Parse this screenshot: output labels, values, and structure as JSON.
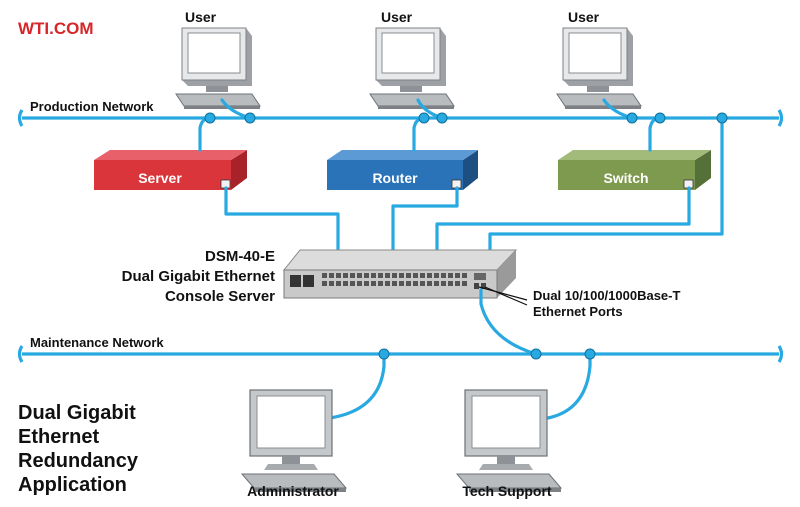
{
  "brand": "WTI.COM",
  "networks": {
    "production": "Production Network",
    "maintenance": "Maintenance Network"
  },
  "users": [
    "User",
    "User",
    "User"
  ],
  "devices": {
    "server": "Server",
    "router": "Router",
    "switch": "Switch"
  },
  "console_server": {
    "line1": "DSM-40-E",
    "line2": "Dual Gigabit Ethernet",
    "line3": "Console Server"
  },
  "ports_callout": {
    "line1": "Dual 10/100/1000Base-T",
    "line2": "Ethernet Ports"
  },
  "workstations": {
    "administrator": "Administrator",
    "tech_support": "Tech Support"
  },
  "caption": [
    "Dual Gigabit",
    "Ethernet",
    "Redundancy",
    "Application"
  ],
  "colors": {
    "brand": "#d7262a",
    "cable": "#29a9e1",
    "server": "#d9353b",
    "router": "#2a73b8",
    "switch": "#7e9a4e"
  }
}
